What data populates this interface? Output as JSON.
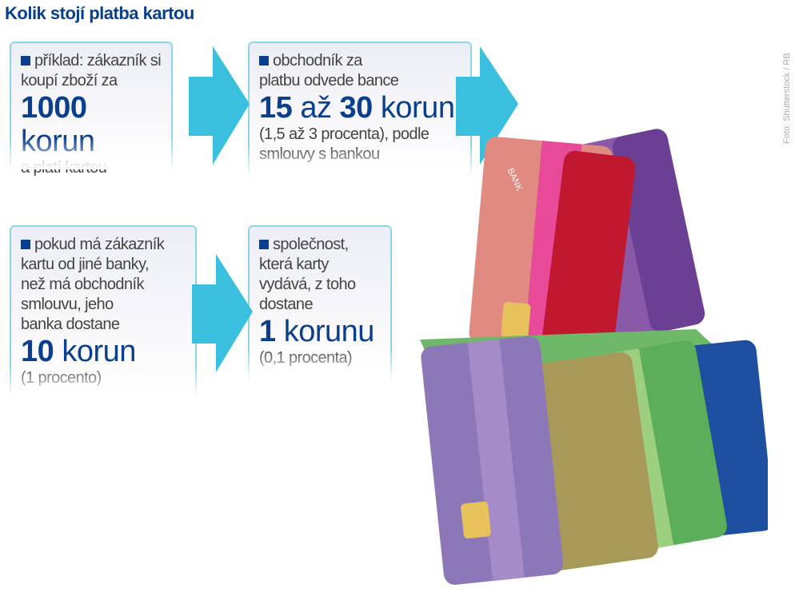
{
  "title": "Kolik stojí platba kartou",
  "credit": "Foto: Shutterstock / RB",
  "colors": {
    "accent": "#0a3f8f",
    "arrow": "#3bbfdf"
  },
  "boxes": [
    {
      "lines": [
        "příklad: zákazník si",
        "koupí zboží za"
      ],
      "big_num": "1000",
      "big_unit": "korun",
      "after": [
        "a platí kartou"
      ]
    },
    {
      "lines": [
        "obchodník za",
        "platbu odvede bance"
      ],
      "big_num": "15",
      "big_mid": "až",
      "big_num2": "30",
      "big_unit": "korun",
      "after": [
        "(1,5 až 3 procenta), podle",
        "smlouvy s bankou"
      ]
    },
    {
      "lines": [
        "pokud má zákazník",
        "kartu od jiné banky,",
        "než má obchodník",
        "smlouvu, jeho",
        "banka dostane"
      ],
      "big_num": "10",
      "big_unit": "korun",
      "after": [
        "(1 procento)"
      ]
    },
    {
      "lines": [
        "společnost,",
        "která karty",
        "vydává, z toho",
        "dostane"
      ],
      "big_num": "1",
      "big_unit": "korunu",
      "after": [
        "(0,1 procenta)"
      ]
    }
  ],
  "card_label": "BANK"
}
